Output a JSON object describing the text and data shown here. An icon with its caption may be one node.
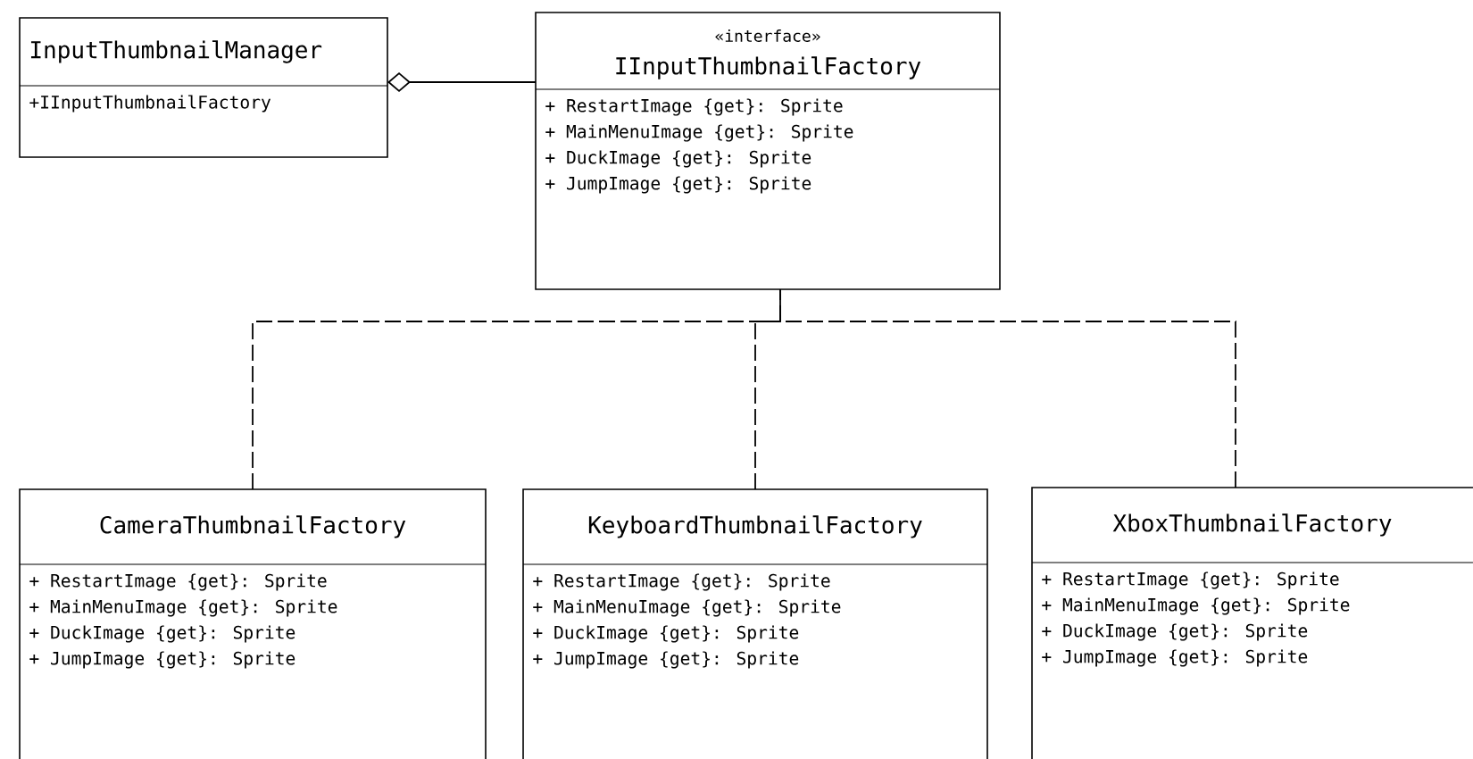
{
  "diagram": {
    "nodes": [
      {
        "text": [
          "InputThumbnailManager",
          "+IInputThumbnailFactory"
        ]
      },
      {
        "text": [
          "«interface»",
          "IInputThumbnailFactory",
          "+ RestartImage {get}: Sprite",
          "+ MainMenuImage {get}: Sprite",
          "+ DuckImage {get}: Sprite",
          "+ JumpImage {get}: Sprite"
        ]
      },
      {
        "text": [
          "CameraThumbnailFactory",
          "+ RestartImage {get}: Sprite",
          "+ MainMenuImage {get}: Sprite",
          "+ DuckImage {get}: Sprite",
          "+ JumpImage {get}: Sprite"
        ]
      },
      {
        "text": [
          "KeyboardThumbnailFactory",
          "+ RestartImage {get}: Sprite",
          "+ MainMenuImage {get}: Sprite",
          "+ DuckImage {get}: Sprite",
          "+ JumpImage {get}: Sprite"
        ]
      },
      {
        "text": [
          "XboxThumbnailFactory",
          "+ RestartImage {get}: Sprite",
          "+ MainMenuImage {get}: Sprite",
          "+ DuckImage {get}: Sprite",
          "+ JumpImage {get}: Sprite"
        ]
      }
    ],
    "edges": [
      {
        "from": 0,
        "to": 1,
        "arrow": "other"
      },
      {
        "from": 2,
        "to": 1,
        "arrow": "none",
        "style": "dashed"
      },
      {
        "from": 3,
        "to": 1,
        "arrow": "none",
        "style": "dashed"
      },
      {
        "from": 4,
        "to": 1,
        "arrow": "none",
        "style": "dashed"
      }
    ]
  }
}
